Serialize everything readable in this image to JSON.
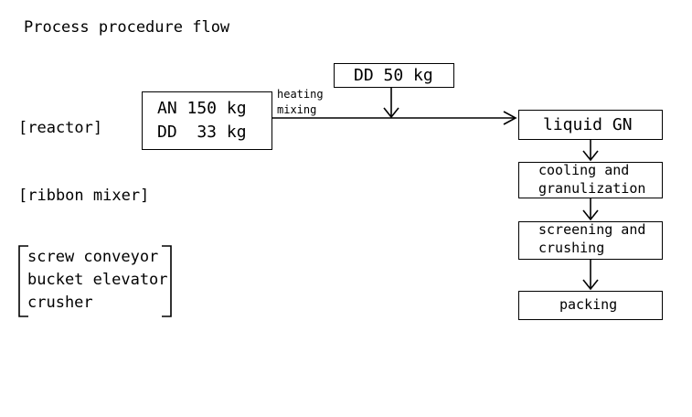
{
  "title": "Process procedure flow",
  "equipment": {
    "reactor": "[reactor]",
    "ribbon_mixer": "[ribbon mixer]",
    "group": [
      "screw conveyor",
      "bucket elevator",
      "crusher"
    ]
  },
  "inputs": {
    "an_line": "AN 150 kg",
    "dd_line": "DD  33 kg",
    "dd_added": "DD 50 kg"
  },
  "conditions": {
    "heating": "heating",
    "mixing": "mixing"
  },
  "steps": [
    "liquid GN",
    "cooling and",
    "granulization",
    "screening and",
    "crushing",
    "packing"
  ]
}
